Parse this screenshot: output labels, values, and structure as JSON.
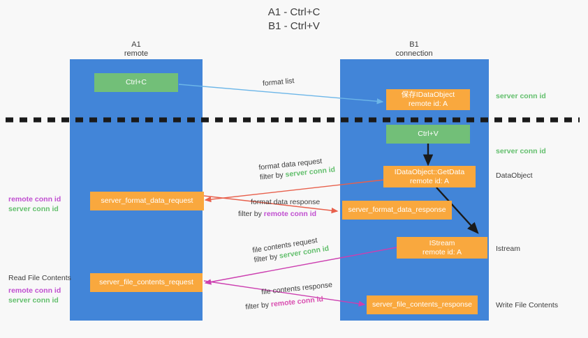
{
  "title": {
    "line1": "A1 - Ctrl+C",
    "line2": "B1 - Ctrl+V"
  },
  "lanes": [
    {
      "id": "a1",
      "name": "A1",
      "sub": "remote",
      "color": "#4285d8"
    },
    {
      "id": "b1",
      "name": "B1",
      "sub": "connection",
      "color": "#4285d8"
    }
  ],
  "colors": {
    "lane": "#4285d8",
    "orange": "#f9a83e",
    "green_box": "#72bf78",
    "green_text": "#63bf6d",
    "purple_text": "#c04fd0",
    "magenta_arrow": "#cc3fb0",
    "red_arrow": "#e8604c",
    "blue_arrow": "#6cb6e8",
    "black": "#222222",
    "background": "#f8f8f8"
  },
  "nodes": {
    "ctrl_c": {
      "label": "Ctrl+C",
      "style": "green"
    },
    "save_idataobject": {
      "label": "保存IDataObject",
      "sub": "remote id: A",
      "style": "orange"
    },
    "ctrl_v": {
      "label": "Ctrl+V",
      "style": "green"
    },
    "getdata": {
      "label": "IDataObject::GetData",
      "sub": "remote id: A",
      "style": "orange"
    },
    "server_format_data_request": {
      "label": "server_format_data_request",
      "style": "orange"
    },
    "server_format_data_response": {
      "label": "server_format_data_response",
      "style": "orange"
    },
    "istream": {
      "label": "IStream",
      "sub": "remote id: A",
      "style": "orange"
    },
    "server_file_contents_request": {
      "label": "server_file_contents_request",
      "style": "orange"
    },
    "server_file_contents_response": {
      "label": "server_file_contents_response",
      "style": "orange"
    }
  },
  "edge_labels": {
    "format_list": "format list",
    "format_data_request": "format data request",
    "format_data_request_filter_prefix": "filter by ",
    "format_data_request_filter_value": "server conn id",
    "format_data_response": "format data response",
    "format_data_response_filter_prefix": "filter by ",
    "format_data_response_filter_value": "remote conn id",
    "file_contents_request": "file contents request",
    "file_contents_request_filter_prefix": "filter by ",
    "file_contents_request_filter_value": "server conn id",
    "file_contents_response": "file contents response",
    "file_contents_response_filter_prefix": "filter by ",
    "file_contents_response_filter_value": "remote conn id"
  },
  "right_notes": {
    "server_conn_id_1": "server conn id",
    "server_conn_id_2": "server conn id",
    "dataobject": "DataObject",
    "istream": "Istream",
    "write_file_contents": "Write File Contents"
  },
  "left_notes": {
    "remote_conn_id_1": "remote conn id",
    "server_conn_id_1": "server conn id",
    "read_file_contents": "Read File Contents",
    "remote_conn_id_2": "remote conn id",
    "server_conn_id_2": "server conn id"
  }
}
